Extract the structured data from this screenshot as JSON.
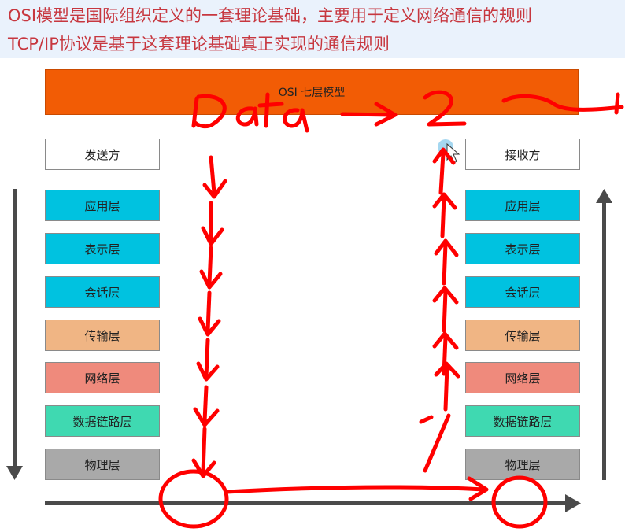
{
  "header": {
    "line1": "OSI模型是国际组织定义的一套理论基础，主要用于定义网络通信的规则",
    "line2": "TCP/IP协议是基于这套理论基础真正实现的通信规则"
  },
  "diagram": {
    "title": "OSI 七层模型",
    "sender_label": "发送方",
    "receiver_label": "接收方",
    "layers": [
      {
        "name": "应用层",
        "color": "#00c2e0"
      },
      {
        "name": "表示层",
        "color": "#00c2e0"
      },
      {
        "name": "会话层",
        "color": "#00c2e0"
      },
      {
        "name": "传输层",
        "color": "#f0b584"
      },
      {
        "name": "网络层",
        "color": "#ef8a7c"
      },
      {
        "name": "数据链路层",
        "color": "#3fd9b1"
      },
      {
        "name": "物理层",
        "color": "#a9a9a9"
      }
    ],
    "top_bar_color": "#f25c05",
    "axis_color": "#4a4a4a"
  },
  "annotation": {
    "color": "#ff0000",
    "text": "Data -> 2"
  }
}
